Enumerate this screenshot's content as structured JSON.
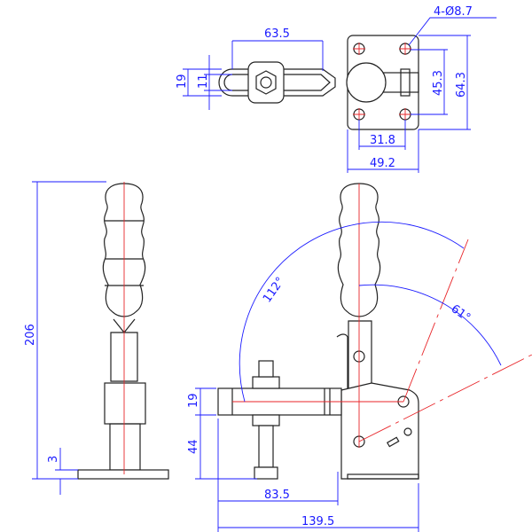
{
  "drawing": {
    "top_view": {
      "dim_arm_length": "63.5",
      "dim_slot_outer": "19",
      "dim_slot_inner": "11",
      "dim_hole_spacing_v": "45.3",
      "dim_plate_height": "64.3",
      "dim_hole_spacing_h": "31.8",
      "dim_plate_width": "49.2",
      "hole_callout": "4-Ø8.7"
    },
    "side_view": {
      "dim_total_height": "206",
      "dim_base_thickness": "3"
    },
    "front_view": {
      "dim_bar_thickness": "19",
      "dim_bar_height": "44",
      "dim_reach": "83.5",
      "dim_total_length": "139.5",
      "angle_open": "112°",
      "angle_handle": "61°"
    },
    "colors": {
      "outline": "#222222",
      "dimension": "#1a1aff",
      "centerline": "#e8262a"
    }
  }
}
